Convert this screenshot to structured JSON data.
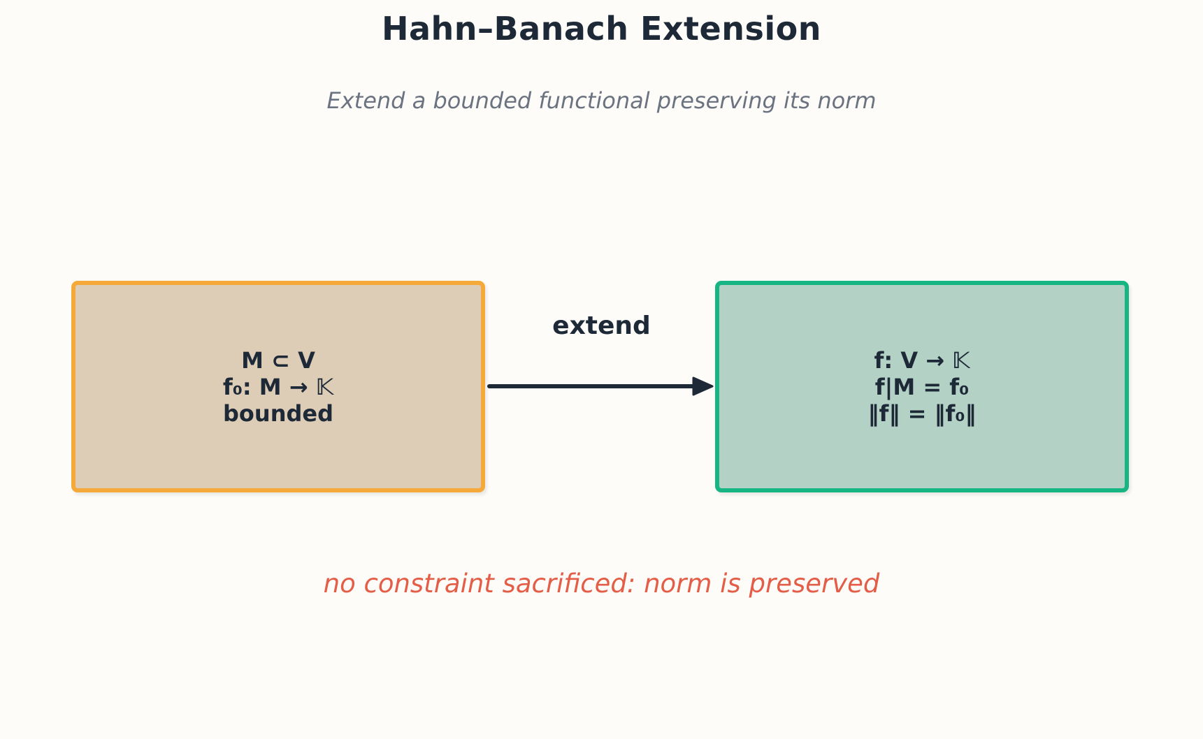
{
  "title": "Hahn–Banach Extension",
  "subtitle": "Extend a bounded functional preserving its norm",
  "nodes": {
    "source": {
      "lines": [
        "M ⊂ V",
        "f₀: M → 𝕂",
        "bounded"
      ]
    },
    "target": {
      "lines": [
        "f: V → 𝕂",
        "f|M = f₀",
        "‖f‖ = ‖f₀‖"
      ]
    }
  },
  "edge": {
    "label": "extend"
  },
  "note": "no constraint sacrificed: norm is preserved",
  "colors": {
    "source_fill": "#ddcdb7",
    "source_border": "#f4a93a",
    "target_fill": "#b3d1c5",
    "target_border": "#17b583",
    "arrow": "#1e2937",
    "note": "#e35d47"
  }
}
